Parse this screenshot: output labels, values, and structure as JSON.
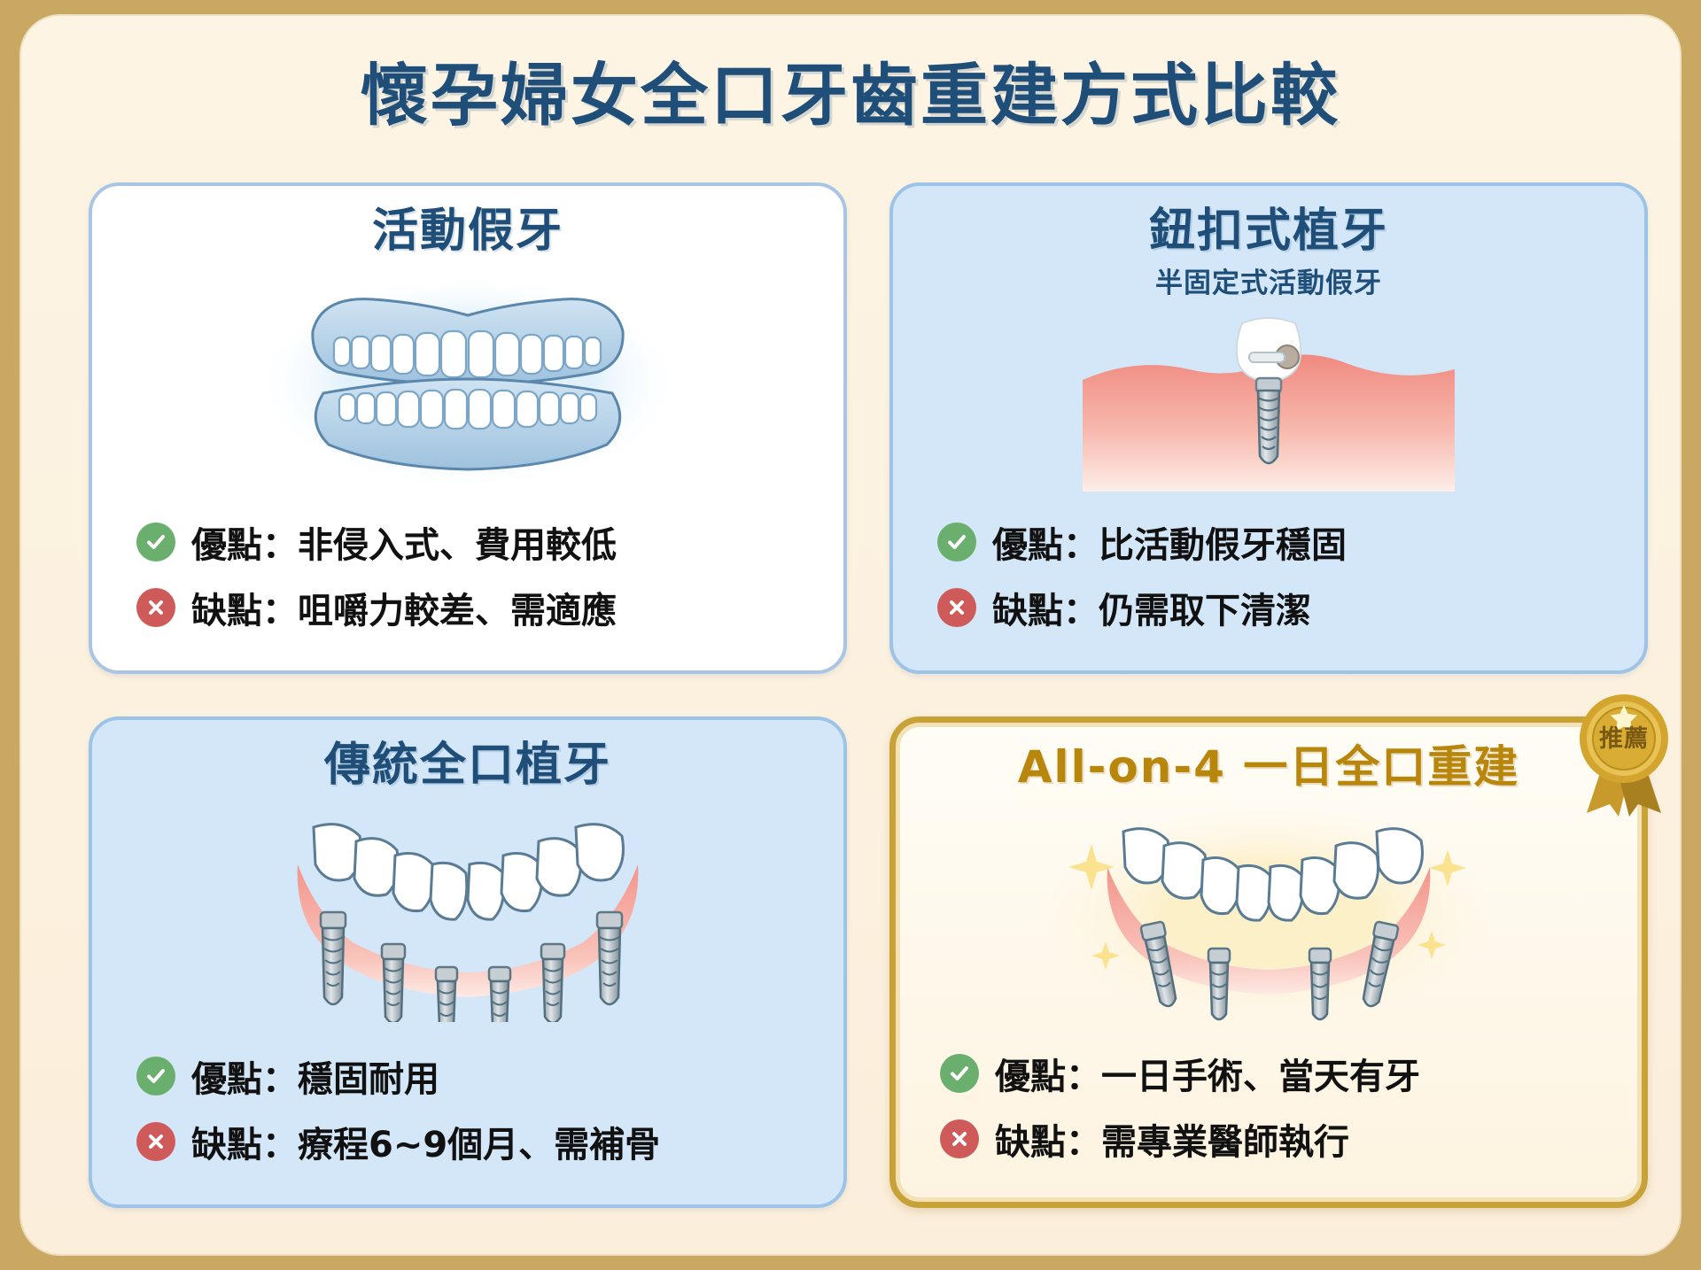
{
  "page": {
    "title": "懷孕婦女全口牙齒重建方式比較",
    "background_color": "#c9a961",
    "board_color": "#fdf4e4",
    "title_color": "#1f4e79"
  },
  "labels": {
    "pro_icon": "check-circle-icon",
    "con_icon": "cross-circle-icon",
    "pro_color": "#6aaf6e",
    "con_color": "#cf5a5a"
  },
  "cards": [
    {
      "id": "removable-denture",
      "title": "活動假牙",
      "subtitle": "",
      "style": "white",
      "illustration": "full-denture-icon",
      "pro": "優點：非侵入式、費用較低",
      "con": "缺點：咀嚼力較差、需適應"
    },
    {
      "id": "locator-overdenture",
      "title": "鈕扣式植牙",
      "subtitle": "半固定式活動假牙",
      "style": "blue",
      "illustration": "single-implant-icon",
      "pro": "優點：比活動假牙穩固",
      "con": "缺點：仍需取下清潔"
    },
    {
      "id": "conventional-full-implant",
      "title": "傳統全口植牙",
      "subtitle": "",
      "style": "blue",
      "illustration": "full-arch-implants-icon",
      "pro": "優點：穩固耐用",
      "con": "缺點：療程6~9個月、需補骨"
    },
    {
      "id": "all-on-4",
      "title": "All-on-4 一日全口重建",
      "subtitle": "",
      "style": "gold",
      "illustration": "all-on-four-icon",
      "badge": "推薦",
      "badge_color": "#c8a137",
      "pro": "優點：一日手術、當天有牙",
      "con": "缺點：需專業醫師執行"
    }
  ]
}
